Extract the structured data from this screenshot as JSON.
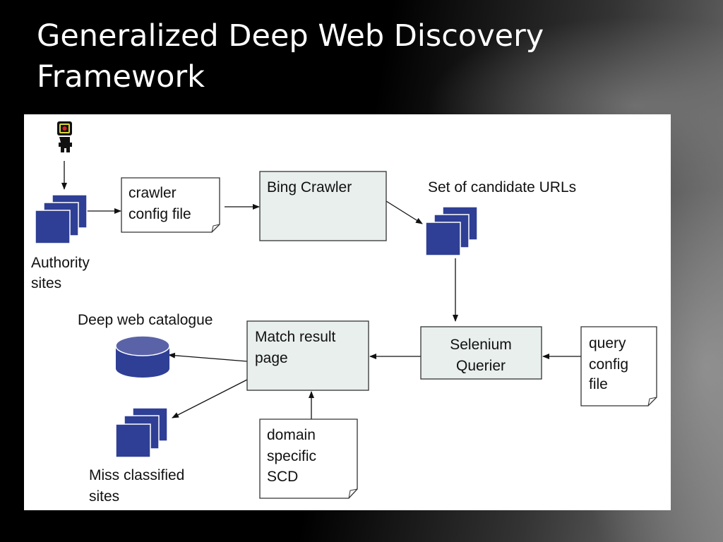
{
  "slide": {
    "title_line1": "Generalized Deep Web Discovery",
    "title_line2": "Framework"
  },
  "diagram": {
    "nodes": {
      "authority_sites": {
        "line1": "Authority",
        "line2": "sites",
        "icon": "stacked-pages-icon"
      },
      "crawler_config": {
        "line1": "crawler",
        "line2": "config file",
        "icon": "document-icon"
      },
      "bing_crawler": {
        "label": "Bing Crawler"
      },
      "candidate_urls": {
        "label": "Set of candidate URLs",
        "icon": "stacked-pages-icon"
      },
      "selenium_querier": {
        "line1": "Selenium",
        "line2": "Querier"
      },
      "query_config": {
        "line1": "query",
        "line2": "config",
        "line3": "file"
      },
      "match_result": {
        "line1": "Match result",
        "line2": "page"
      },
      "deep_web_catalogue": {
        "label": "Deep web  catalogue",
        "icon": "database-icon"
      },
      "miss_classified": {
        "line1": "Miss classified",
        "line2": "sites",
        "icon": "stacked-pages-icon"
      },
      "domain_scd": {
        "line1": "domain",
        "line2": "specific",
        "line3": "SCD"
      }
    },
    "edges": [
      [
        "user",
        "authority_sites"
      ],
      [
        "authority_sites",
        "crawler_config"
      ],
      [
        "crawler_config",
        "bing_crawler"
      ],
      [
        "bing_crawler",
        "candidate_urls"
      ],
      [
        "candidate_urls",
        "selenium_querier"
      ],
      [
        "query_config",
        "selenium_querier"
      ],
      [
        "selenium_querier",
        "match_result"
      ],
      [
        "match_result",
        "deep_web_catalogue"
      ],
      [
        "match_result",
        "miss_classified"
      ],
      [
        "domain_scd",
        "match_result"
      ]
    ],
    "colors": {
      "page_blue": "#2e3f95",
      "box_fill": "#e8efed",
      "db_top": "#5b63a8"
    }
  }
}
